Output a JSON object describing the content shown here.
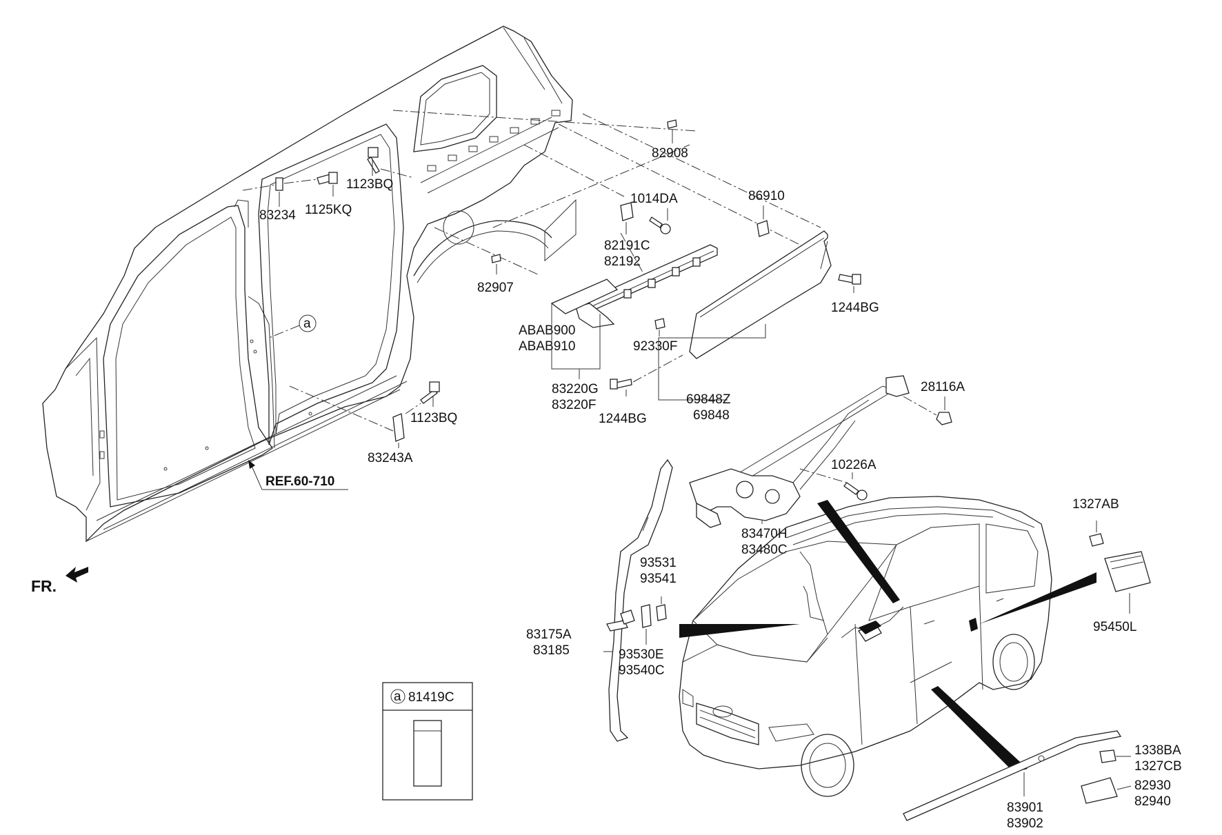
{
  "labels": {
    "p82908": "82908",
    "p86910": "86910",
    "p1014DA": "1014DA",
    "p82191C": "82191C",
    "p82192": "82192",
    "p82907": "82907",
    "p1123BQ_top": "1123BQ",
    "p83234": "83234",
    "p1125KQ": "1125KQ",
    "p1244BG_right": "1244BG",
    "pABAB900": "ABAB900",
    "pABAB910": "ABAB910",
    "p92330F": "92330F",
    "p83220G": "83220G",
    "p83220F": "83220F",
    "p1244BG_left": "1244BG",
    "p69848Z": "69848Z",
    "p69848": "69848",
    "p28116A": "28116A",
    "p1123BQ_mid": "1123BQ",
    "p83243A": "83243A",
    "pREF": "REF.60-710",
    "p10226A": "10226A",
    "p83470H": "83470H",
    "p83480C": "83480C",
    "p1327AB": "1327AB",
    "p95450L": "95450L",
    "p93531": "93531",
    "p93541": "93541",
    "p83175A": "83175A",
    "p83185": "83185",
    "p93530E": "93530E",
    "p93540C": "93540C",
    "p1338BA": "1338BA",
    "p1327CB": "1327CB",
    "p82930": "82930",
    "p82940": "82940",
    "p83901": "83901",
    "p83902": "83902",
    "callout_a": "a",
    "legend_a": "a",
    "p81419C": "81419C",
    "fr": "FR."
  }
}
